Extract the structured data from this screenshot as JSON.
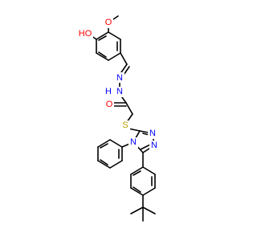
{
  "molecule": {
    "colors": {
      "bond": "#000000",
      "oxygen": "#ff0000",
      "nitrogen": "#0000ff",
      "sulfur": "#b8a000",
      "carbon_text": "#000000"
    },
    "atom_labels": {
      "hydroxyl": "HO",
      "methoxy_oxygen": "O",
      "imine_nitrogen": "N",
      "amide_nitrogen": "N",
      "amide_hydrogen": "H",
      "carbonyl_oxygen": "O",
      "thioether_sulfur": "S",
      "triazole_n1": "N",
      "triazole_n2": "N",
      "triazole_n4": "N"
    }
  }
}
